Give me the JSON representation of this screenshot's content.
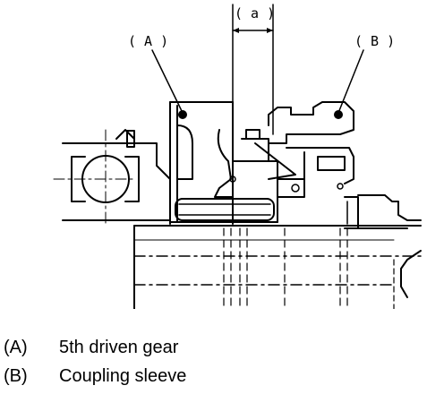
{
  "diagram": {
    "callouts": {
      "a": "( a )",
      "A": "( A )",
      "B": "( B )"
    }
  },
  "legend": [
    {
      "key": "(A)",
      "text": "5th driven gear"
    },
    {
      "key": "(B)",
      "text": "Coupling sleeve"
    }
  ]
}
